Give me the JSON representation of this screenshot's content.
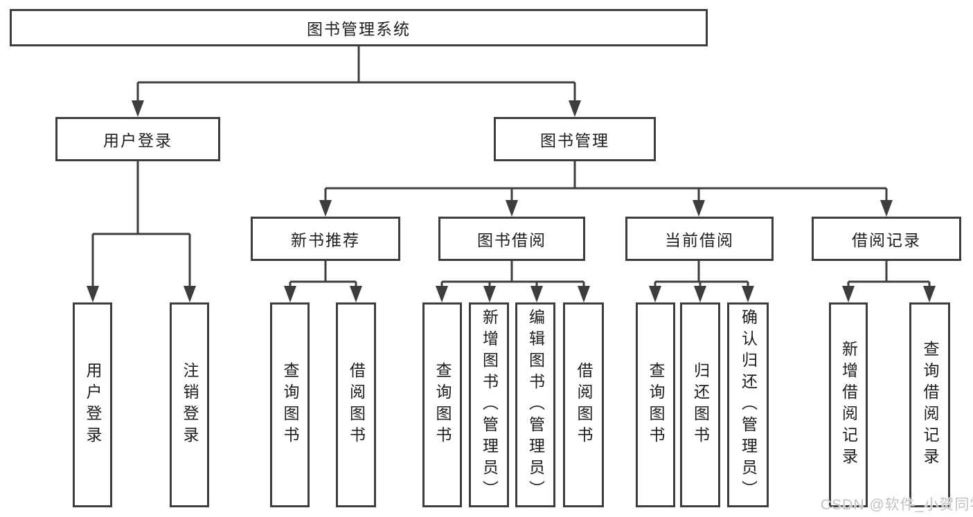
{
  "diagram": {
    "type": "tree",
    "colors": {
      "line": "#3d3d3d",
      "text": "#1d1d1d",
      "background": "#ffffff",
      "watermark": "#c2c2c2"
    },
    "nodes": [
      {
        "id": "root",
        "label": "图书管理系统"
      },
      {
        "id": "user-login",
        "label": "用户登录"
      },
      {
        "id": "book-management",
        "label": "图书管理"
      },
      {
        "id": "new-book-recommend",
        "label": "新书推荐"
      },
      {
        "id": "book-borrowing",
        "label": "图书借阅"
      },
      {
        "id": "current-borrowing",
        "label": "当前借阅"
      },
      {
        "id": "borrowing-records",
        "label": "借阅记录"
      },
      {
        "id": "user-login-leaf",
        "label": "用户登录"
      },
      {
        "id": "logout-leaf",
        "label": "注销登录"
      },
      {
        "id": "query-books-1",
        "label": "查询图书"
      },
      {
        "id": "borrow-books-1",
        "label": "借阅图书"
      },
      {
        "id": "query-books-2",
        "label": "查询图书"
      },
      {
        "id": "add-books-admin",
        "label": "新增图书（管理员）"
      },
      {
        "id": "edit-books-admin",
        "label": "编辑图书（管理员）"
      },
      {
        "id": "borrow-books-2",
        "label": "借阅图书"
      },
      {
        "id": "query-books-3",
        "label": "查询图书"
      },
      {
        "id": "return-books",
        "label": "归还图书"
      },
      {
        "id": "confirm-return-admin",
        "label": "确认归还（管理员）"
      },
      {
        "id": "add-borrow-record",
        "label": "新增借阅记录"
      },
      {
        "id": "query-borrow-record",
        "label": "查询借阅记录"
      }
    ],
    "hierarchy": {
      "图书管理系统": [
        "用户登录",
        "图书管理"
      ],
      "用户登录": [
        "用户登录",
        "注销登录"
      ],
      "图书管理": [
        "新书推荐",
        "图书借阅",
        "当前借阅",
        "借阅记录"
      ],
      "新书推荐": [
        "查询图书",
        "借阅图书"
      ],
      "图书借阅": [
        "查询图书",
        "新增图书（管理员）",
        "编辑图书（管理员）",
        "借阅图书"
      ],
      "当前借阅": [
        "查询图书",
        "归还图书",
        "确认归还（管理员）"
      ],
      "借阅记录": [
        "新增借阅记录",
        "查询借阅记录"
      ]
    },
    "watermark": {
      "text": "CSDN @软件_小贺同学"
    }
  }
}
